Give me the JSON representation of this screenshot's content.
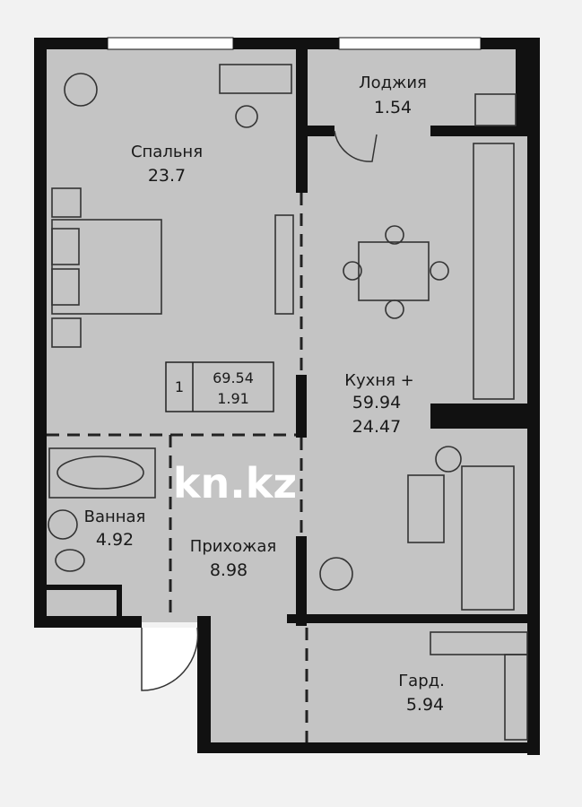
{
  "rooms": {
    "bedroom": {
      "name": "Спальня",
      "area": "23.7"
    },
    "loggia": {
      "name": "Лоджия",
      "area": "1.54"
    },
    "kitchen": {
      "name": "Кухня +",
      "area_line1": "59.94",
      "area": "24.47"
    },
    "bathroom": {
      "name": "Ванная",
      "area": "4.92"
    },
    "hallway": {
      "name": "Прихожая",
      "area": "8.98"
    },
    "wardrobe": {
      "name": "Гард.",
      "area": "5.94"
    }
  },
  "summary": {
    "rooms_count": "1",
    "total_area": "69.54",
    "extra": "1.91"
  },
  "watermark": "kn.kz",
  "colors": {
    "floor": "#c4c4c4",
    "walls": "#111111",
    "paper": "#f2f2f2"
  }
}
